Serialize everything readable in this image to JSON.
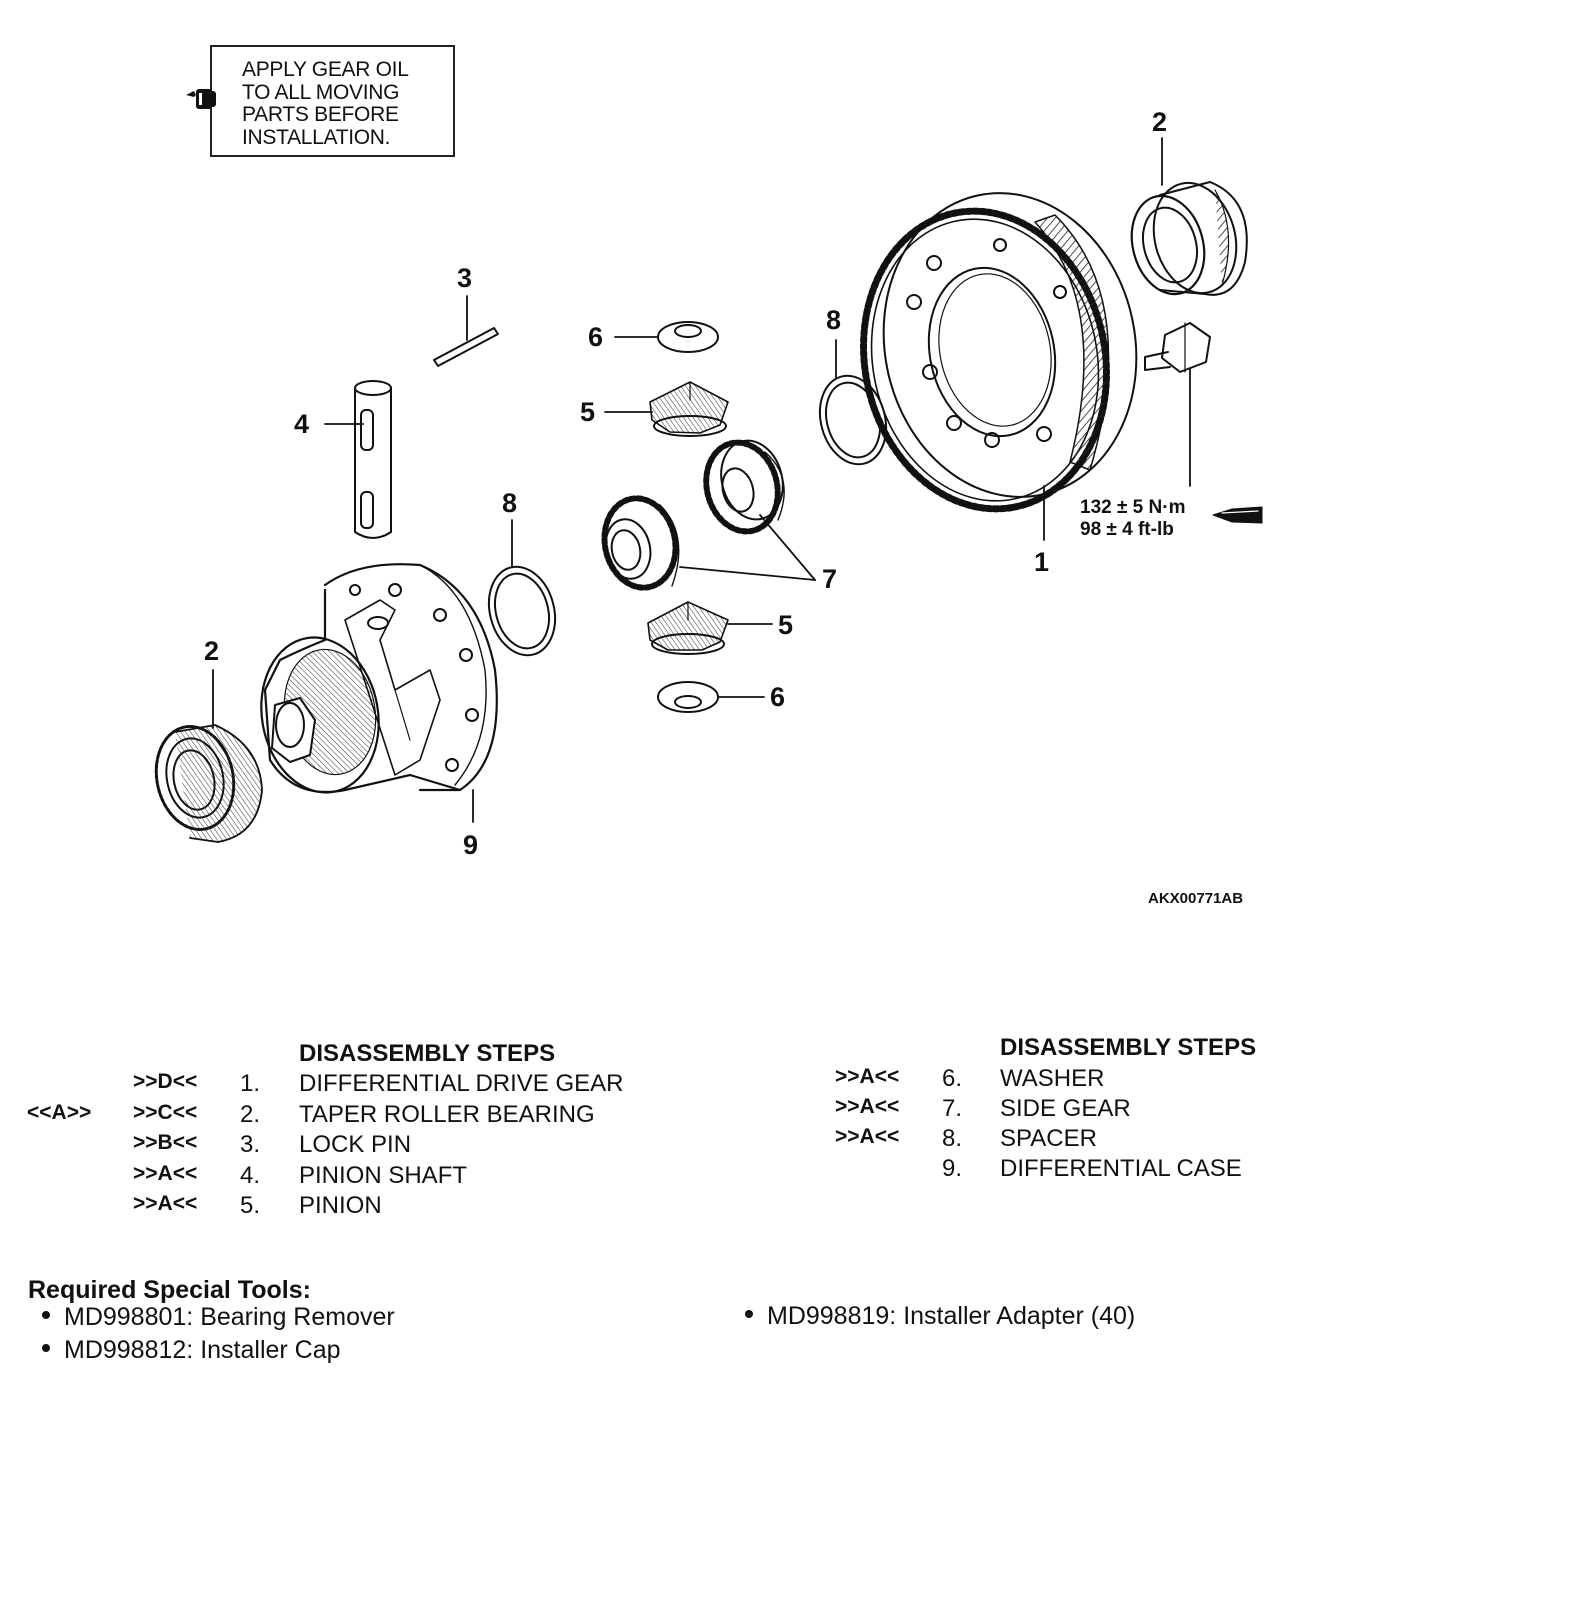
{
  "note": {
    "text": "APPLY GEAR OIL\nTO ALL MOVING\nPARTS BEFORE\nINSTALLATION.",
    "icon": "oil-can-icon"
  },
  "callouts": {
    "c1": "1",
    "c2_top": "2",
    "c2_bottom": "2",
    "c3": "3",
    "c4": "4",
    "c5_top": "5",
    "c5_bottom": "5",
    "c6_top": "6",
    "c6_bottom": "6",
    "c7": "7",
    "c8_left": "8",
    "c8_right": "8",
    "c9": "9"
  },
  "torque": {
    "metric": "132 ± 5 N·m",
    "imperial": "98 ± 4 ft-lb",
    "icon": "torque-wrench-icon"
  },
  "figure_id": "AKX00771AB",
  "steps_left": {
    "heading": "DISASSEMBLY STEPS",
    "items": [
      {
        "pre": "",
        "code": ">>D<<",
        "num": "1.",
        "name": "DIFFERENTIAL DRIVE GEAR"
      },
      {
        "pre": "<<A>>",
        "code": ">>C<<",
        "num": "2.",
        "name": "TAPER ROLLER BEARING"
      },
      {
        "pre": "",
        "code": ">>B<<",
        "num": "3.",
        "name": "LOCK PIN"
      },
      {
        "pre": "",
        "code": ">>A<<",
        "num": "4.",
        "name": "PINION SHAFT"
      },
      {
        "pre": "",
        "code": ">>A<<",
        "num": "5.",
        "name": "PINION"
      }
    ]
  },
  "steps_right": {
    "heading": "DISASSEMBLY STEPS",
    "items": [
      {
        "code": ">>A<<",
        "num": "6.",
        "name": "WASHER"
      },
      {
        "code": ">>A<<",
        "num": "7.",
        "name": "SIDE GEAR"
      },
      {
        "code": ">>A<<",
        "num": "8.",
        "name": "SPACER"
      },
      {
        "code": "",
        "num": "9.",
        "name": "DIFFERENTIAL CASE"
      }
    ]
  },
  "tools": {
    "title": "Required Special Tools:",
    "items": [
      "MD998801: Bearing Remover",
      "MD998812: Installer Cap",
      "MD998819: Installer Adapter (40)"
    ]
  }
}
